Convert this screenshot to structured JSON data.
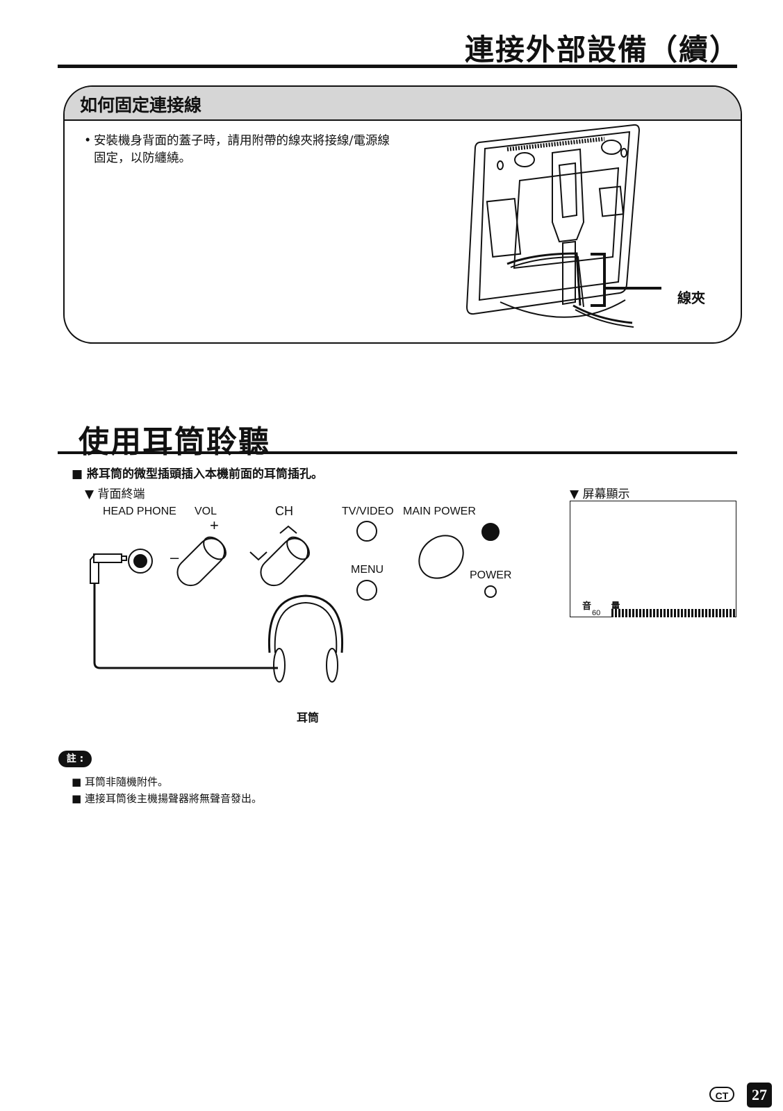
{
  "header": {
    "title": "連接外部設備（續）"
  },
  "section1": {
    "title": "如何固定連接線",
    "bullet": "安裝機身背面的蓋子時，請用附帶的線夾將接線/電源線固定，以防纏繞。",
    "bullet_line1": "安裝機身背面的蓋子時，請用附帶的線夾將接線/電源線",
    "bullet_line2": "固定，以防纏繞。",
    "callout": "線夾"
  },
  "section2": {
    "title": "使用耳筒聆聽",
    "instruction": "將耳筒的微型插頭插入本機前面的耳筒插孔。",
    "rear_panel_label": "背面終端",
    "screen_label": "屏幕顯示",
    "panel_labels": {
      "headphone": "HEAD PHONE",
      "vol": "VOL",
      "ch": "CH",
      "tv_video": "TV/VIDEO",
      "main_power": "MAIN POWER",
      "menu": "MENU",
      "power": "POWER",
      "plus": "+",
      "minus": "–"
    },
    "osd": {
      "label": "音 量",
      "value": "60",
      "level_fraction": 1.0
    },
    "headphone_caption": "耳筒"
  },
  "notes": {
    "badge": "註 :",
    "items": [
      "耳筒非隨機附件。",
      "連接耳筒後主機揚聲器將無聲音發出。"
    ]
  },
  "footer": {
    "region": "CT",
    "page": "27"
  }
}
